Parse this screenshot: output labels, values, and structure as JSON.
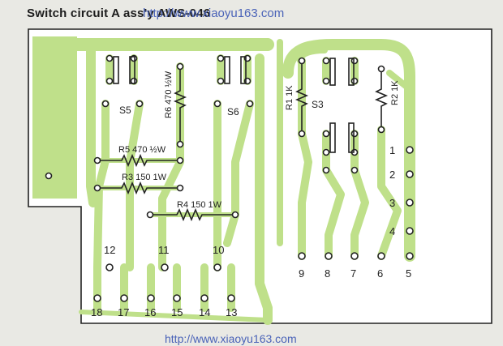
{
  "title": "Switch circuit A ass'y  AWS-046",
  "watermark_top": "http://www.xiaoyu163.com",
  "watermark_bottom": "http://www.xiaoyu163.com",
  "colors": {
    "board": "#ffffff",
    "copper": "#bfe08a",
    "outline": "#222222"
  },
  "labels": {
    "s5": "S5",
    "s6": "S6",
    "s3": "S3",
    "r6": "R6 470 ½W",
    "r5": "R5 470 ½W",
    "r3": "R3 150 1W",
    "r4": "R4 150 1W",
    "r1": "R1 1K",
    "r2": "R2 1K"
  },
  "terminals_right": [
    "1",
    "2",
    "3",
    "4"
  ],
  "terminals_mid": [
    "12",
    "11",
    "10"
  ],
  "terminals_bottom_right": [
    "9",
    "8",
    "7",
    "6",
    "5"
  ],
  "terminals_bottom_left": [
    "18",
    "17",
    "16",
    "15",
    "14",
    "13"
  ]
}
